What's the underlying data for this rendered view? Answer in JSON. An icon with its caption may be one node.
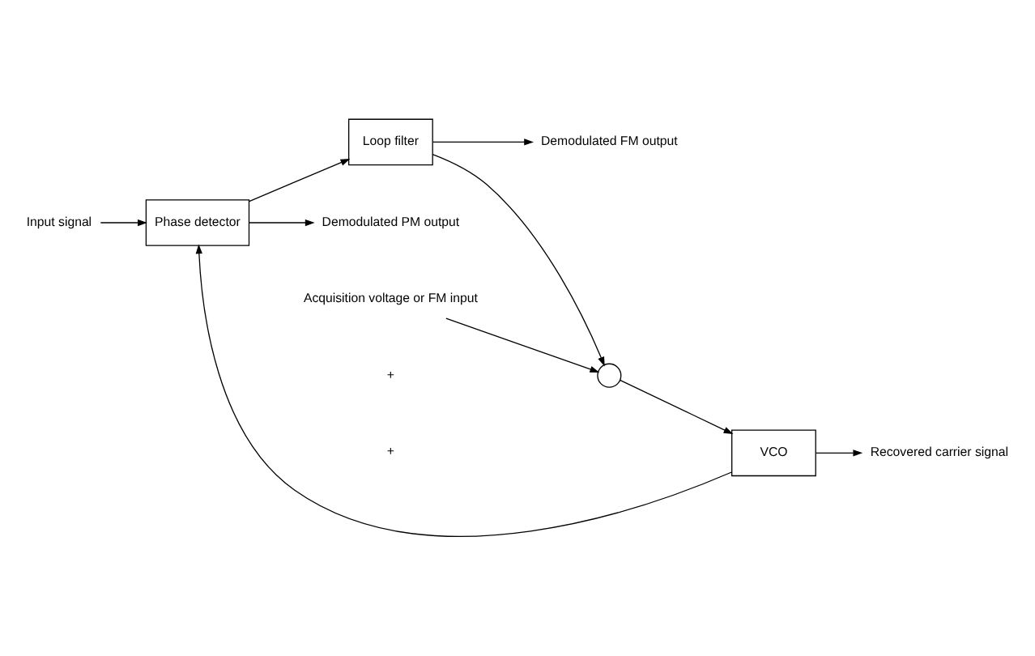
{
  "diagram": {
    "nodes": [
      {
        "text": [
          "Input signal"
        ]
      },
      {
        "text": [
          "Phase detector"
        ]
      },
      {
        "text": [
          "Loop filter"
        ]
      },
      {
        "text": [
          "VCO"
        ]
      },
      {
        "text": [],
        "shape": "circle"
      },
      {
        "text": [
          "Demodulated PM output"
        ]
      },
      {
        "text": [
          "Demodulated FM output"
        ]
      },
      {
        "text": [
          "Acquisition voltage or FM input"
        ]
      },
      {
        "text": [
          "Recovered carrier signal"
        ]
      }
    ],
    "edges": [
      {
        "from": 0,
        "to": 1,
        "arrow": "to"
      },
      {
        "from": 1,
        "to": 2,
        "arrow": "to"
      },
      {
        "from": 1,
        "to": 5,
        "arrow": "to"
      },
      {
        "from": 2,
        "to": 6,
        "arrow": "to"
      },
      {
        "from": 2,
        "to": 4,
        "arrow": "to"
      },
      {
        "from": 7,
        "to": 4,
        "arrow": "to"
      },
      {
        "from": 4,
        "to": 3,
        "arrow": "to"
      },
      {
        "from": 3,
        "to": 1,
        "arrow": "to"
      },
      {
        "from": 3,
        "to": 8,
        "arrow": "to"
      }
    ],
    "labels": [
      "+",
      "+"
    ]
  }
}
